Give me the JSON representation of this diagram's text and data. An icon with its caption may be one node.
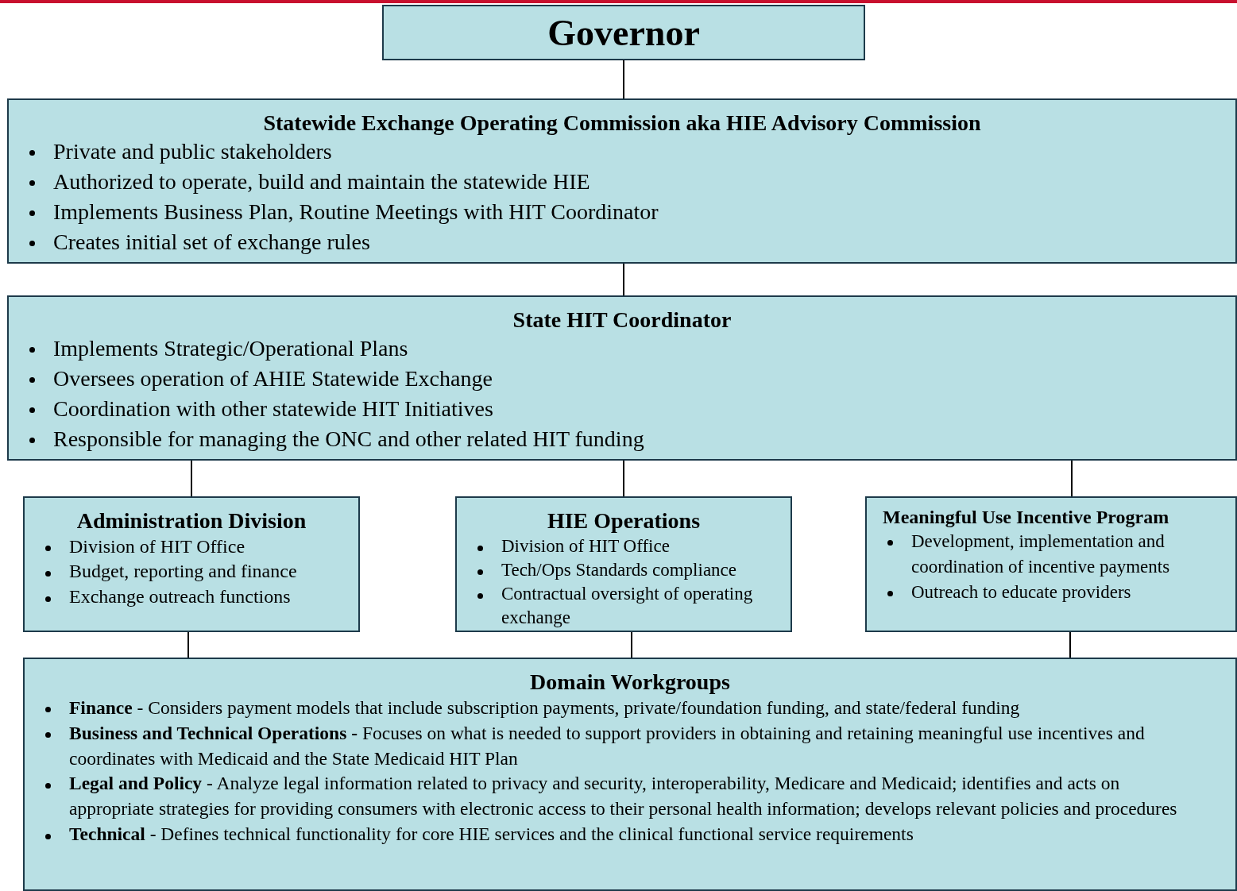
{
  "diagram": {
    "nodes": [
      {
        "text": [
          "Governor"
        ]
      },
      {
        "text": [
          "Statewide Exchange Operating Commission aka HIE Advisory Commission",
          "Private and public stakeholders",
          "Authorized to operate, build and maintain the statewide HIE",
          "Implements Business Plan, Routine Meetings with HIT Coordinator",
          "Creates initial set of exchange rules"
        ]
      },
      {
        "text": [
          "State HIT Coordinator",
          "Implements Strategic/Operational Plans",
          "Oversees operation of AHIE Statewide Exchange",
          "Coordination with other statewide HIT Initiatives",
          "Responsible for managing the ONC and other related HIT funding"
        ]
      },
      {
        "text": [
          "Administration Division",
          "Division of HIT Office",
          "Budget, reporting and finance",
          "Exchange outreach functions"
        ]
      },
      {
        "text": [
          "HIE Operations",
          "Division of HIT Office",
          "Tech/Ops Standards compliance",
          "Contractual oversight of operating exchange"
        ]
      },
      {
        "text": [
          "Meaningful Use Incentive Program",
          "Development, implementation and coordination of incentive payments",
          "Outreach to educate providers"
        ]
      },
      {
        "text": [
          "Domain Workgroups",
          "**Finance** - Considers payment models that include subscription payments, private/foundation funding, and state/federal funding",
          "**Business and Technical Operations -** Focuses on what is needed to support providers in obtaining and retaining meaningful use incentives and coordinates with Medicaid and the State Medicaid HIT Plan",
          "**Legal and Policy** - Analyze legal information related to privacy and security, interoperability, Medicare and Medicaid; identifies and acts on appropriate strategies for providing consumers with electronic access to their personal health information; develops relevant policies and procedures",
          "**Technical** - Defines technical functionality for core HIE services and the clinical functional service requirements"
        ]
      }
    ],
    "edges": [
      {
        "from": 0,
        "to": 1,
        "arrow": "none"
      },
      {
        "from": 1,
        "to": 2,
        "arrow": "none"
      },
      {
        "from": 2,
        "to": 3,
        "arrow": "none"
      },
      {
        "from": 2,
        "to": 4,
        "arrow": "none"
      },
      {
        "from": 2,
        "to": 5,
        "arrow": "none"
      },
      {
        "from": 3,
        "to": 6,
        "arrow": "none"
      },
      {
        "from": 4,
        "to": 6,
        "arrow": "none"
      },
      {
        "from": 5,
        "to": 6,
        "arrow": "none"
      }
    ]
  }
}
